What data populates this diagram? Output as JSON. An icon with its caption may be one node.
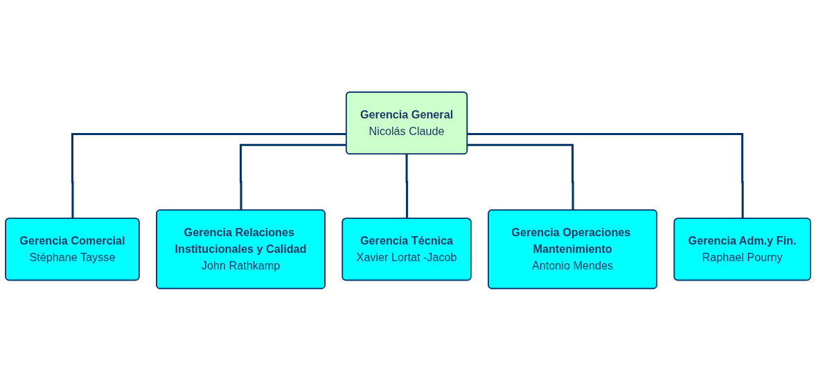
{
  "diagram": {
    "nodes": [
      {
        "text": [
          "Gerencia General",
          "Nicolás Claude"
        ]
      },
      {
        "text": [
          "Gerencia Comercial",
          "Stéphane Taysse"
        ]
      },
      {
        "text": [
          "Gerencia Relaciones Institucionales y Calidad",
          "John Rathkamp"
        ]
      },
      {
        "text": [
          "Gerencia Técnica",
          "Xavier Lortat -Jacob"
        ]
      },
      {
        "text": [
          "Gerencia Operaciones Mantenimiento",
          "Antonio Mendes"
        ]
      },
      {
        "text": [
          "Gerencia Adm.y Fin.",
          "Raphael Pourny"
        ]
      }
    ],
    "edges": [
      {
        "from": 0,
        "to": 1,
        "arrow": "none"
      },
      {
        "from": 0,
        "to": 2,
        "arrow": "none"
      },
      {
        "from": 0,
        "to": 3,
        "arrow": "none"
      },
      {
        "from": 0,
        "to": 4,
        "arrow": "none"
      },
      {
        "from": 0,
        "to": 5,
        "arrow": "none"
      }
    ]
  }
}
